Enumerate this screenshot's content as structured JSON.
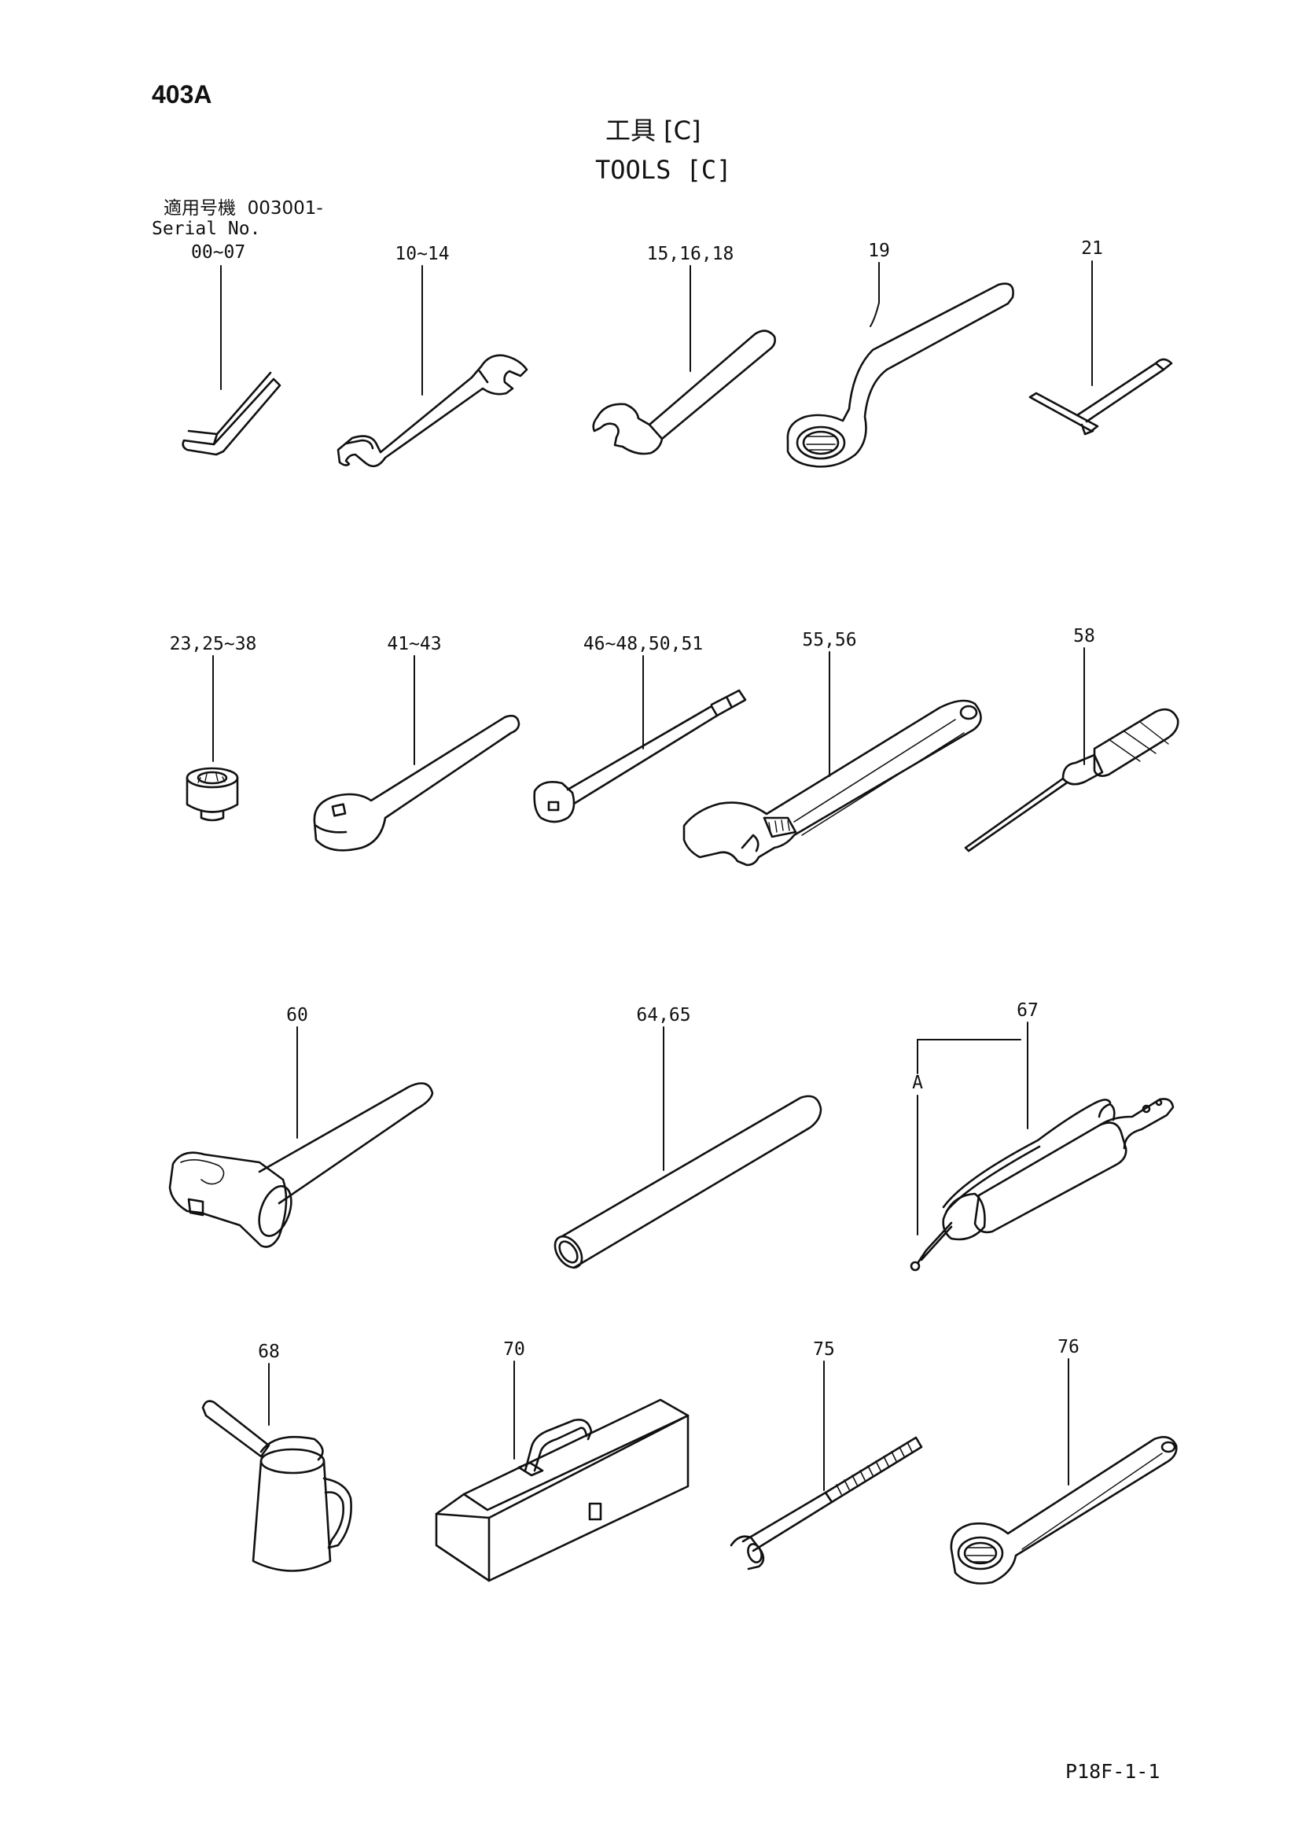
{
  "page_id": "403A",
  "title_ja": "工具 [C]",
  "title_en": "TOOLS [C]",
  "serial": {
    "label_ja": "適用号機",
    "start": "003001-",
    "label_en": "Serial No.",
    "range": "00~07"
  },
  "callouts": [
    {
      "id": "c1",
      "label": "10~14"
    },
    {
      "id": "c2",
      "label": "15,16,18"
    },
    {
      "id": "c3",
      "label": "19"
    },
    {
      "id": "c4",
      "label": "21"
    },
    {
      "id": "c5",
      "label": "23,25~38"
    },
    {
      "id": "c6",
      "label": "41~43"
    },
    {
      "id": "c7",
      "label": "46~48,50,51"
    },
    {
      "id": "c8",
      "label": "55,56"
    },
    {
      "id": "c9",
      "label": "58"
    },
    {
      "id": "c10",
      "label": "60"
    },
    {
      "id": "c11",
      "label": "64,65"
    },
    {
      "id": "c12",
      "label": "67"
    },
    {
      "id": "c13",
      "label": "A"
    },
    {
      "id": "c14",
      "label": "68"
    },
    {
      "id": "c15",
      "label": "70"
    },
    {
      "id": "c16",
      "label": "75"
    },
    {
      "id": "c17",
      "label": "76"
    }
  ],
  "footer": {
    "code": "P18F-1-1"
  }
}
